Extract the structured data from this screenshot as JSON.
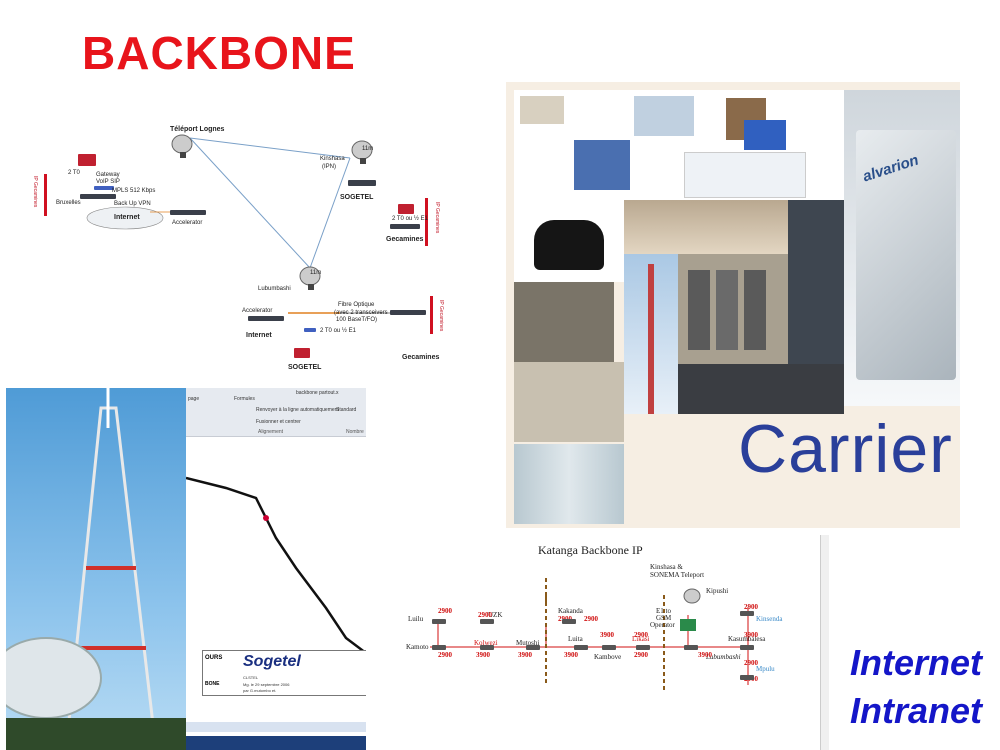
{
  "title": "BACKBONE",
  "tagline": [
    "Internet",
    "Intranet"
  ],
  "diagram1": {
    "teleport": "Téléport Lognes",
    "kinshasa": "Kinshasa",
    "kinshasa_sub": "(IPN)",
    "sogetel1": "SOGETEL",
    "sogetel2": "SOGETEL",
    "gecamines1": "Gecamines",
    "gecamines2": "Gecamines",
    "gateway": "Gateway",
    "voip": "VoIP SIP",
    "mpls": "MPLS 512 Kbps",
    "bruxelles": "Bruxelles",
    "backup": "Back Up VPN",
    "internet1": "Internet",
    "internet2": "Internet",
    "accelerator1": "Accelerator",
    "accelerator2": "Accelerator",
    "lubumbashi": "Lubumbashi",
    "fibre": "Fibre Optique",
    "transceivers": "(avec 2 transceivers",
    "baset": "100 BaseT/FO)",
    "e1a": "2 T0 ou ½ E1",
    "e1b": "2 T0 ou ½ E1",
    "e1c": "2 T0",
    "dish1": "11m",
    "dish2": "11m",
    "vlabel": "IP Gecamines"
  },
  "collage": {
    "brand": "alvarion",
    "carrier": "Carrier"
  },
  "screenshot": {
    "title": "backbone partout.x",
    "menu": [
      "page",
      "Formules"
    ],
    "wrap": "Renvoyer à la ligne automatiquement",
    "merge": "Fusionner et centrer",
    "align": "Alignement",
    "style": "Standard",
    "number": "Nombre",
    "logo": "Sogetel",
    "cols": "OURS",
    "sub": "CLSTEL",
    "date": "Mg. le 29 septembre 2006",
    "by": "par G.mutombo et.",
    "bone": "BONE"
  },
  "katanga": {
    "title": "Katanga Backbone IP",
    "nodes_top": [
      "Luilu",
      "UZK",
      "Kakanda",
      "Kipushi",
      "Kinshasa &",
      "SONEMA Teleport",
      "E1 to",
      "GSM",
      "Operator",
      "Kasumbalesa"
    ],
    "nodes_bottom": [
      "Kamoto",
      "Kolwezi",
      "Mutoshi",
      "Luita",
      "Kambove",
      "Likasi",
      "Lubumbashi",
      "Mpulu"
    ],
    "values": [
      "2900",
      "2900",
      "2900",
      "2900",
      "3900",
      "3900",
      "3900",
      "3900",
      "3900",
      "2900",
      "2900",
      "3900",
      "2900",
      "2900",
      "2900",
      "2900"
    ],
    "kinsenda": "Kinsenda"
  }
}
